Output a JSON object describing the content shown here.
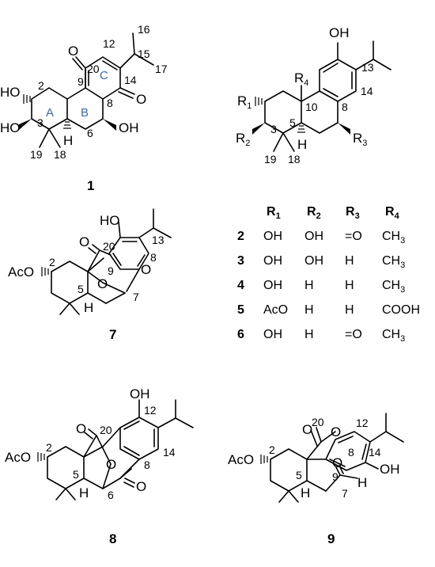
{
  "compounds": [
    {
      "id": "1",
      "ring_labels": [
        "A",
        "B",
        "C"
      ],
      "atoms": {
        "o_ho2": "HO",
        "o_ho3": "HO",
        "o_oh7": "OH"
      }
    },
    {
      "id": "2-6",
      "atoms": {
        "oh": "OH",
        "r1": "R",
        "r2": "R",
        "r3": "R",
        "r4": "R"
      }
    },
    {
      "id": "7",
      "atoms": {
        "ho": "HO",
        "aco": "AcO",
        "o20": "O",
        "o_b1": "O",
        "o_b2": "O",
        "h5": "H"
      }
    },
    {
      "id": "8",
      "atoms": {
        "oh": "OH",
        "aco": "AcO",
        "o20": "O",
        "o_br": "O",
        "o_k": "O",
        "h5": "H"
      }
    },
    {
      "id": "9",
      "atoms": {
        "oh": "OH",
        "aco": "AcO",
        "o20": "O",
        "o_l": "O",
        "o_ald": "O",
        "h_ald": "H",
        "h5": "H"
      }
    }
  ],
  "compound_labels": [
    "1",
    "7",
    "8",
    "9"
  ],
  "carbon_numbers": {
    "c1": [
      "16",
      "15",
      "17",
      "12",
      "20",
      "9",
      "C",
      "14",
      "2",
      "8",
      "3",
      "6",
      "19",
      "18"
    ],
    "c26": [
      "13",
      "10",
      "5",
      "14",
      "8",
      "3",
      "19",
      "18"
    ],
    "c7": [
      "20",
      "13",
      "2",
      "9",
      "8",
      "5",
      "7"
    ],
    "c8": [
      "20",
      "12",
      "2",
      "14",
      "5",
      "8",
      "6"
    ],
    "c9": [
      "20",
      "12",
      "2",
      "8",
      "14",
      "5",
      "9",
      "7"
    ]
  },
  "r_table": {
    "headers": [
      "R",
      "R",
      "R",
      "R"
    ],
    "header_subs": [
      "1",
      "2",
      "3",
      "4"
    ],
    "rows": [
      {
        "id": "2",
        "r1": "OH",
        "r2": "OH",
        "r3": "=O",
        "r4": "CH",
        "r4_sub": "3"
      },
      {
        "id": "3",
        "r1": "OH",
        "r2": "OH",
        "r3": "H",
        "r4": "CH",
        "r4_sub": "3"
      },
      {
        "id": "4",
        "r1": "OH",
        "r2": "H",
        "r3": "H",
        "r4": "CH",
        "r4_sub": "3"
      },
      {
        "id": "5",
        "r1": "AcO",
        "r2": "H",
        "r3": "H",
        "r4": "COOH",
        "r4_sub": ""
      },
      {
        "id": "6",
        "r1": "OH",
        "r2": "H",
        "r3": "=O",
        "r4": "CH",
        "r4_sub": "3"
      }
    ]
  },
  "r_labels": {
    "r1": "R",
    "r1_sub": "1",
    "r2": "R",
    "r2_sub": "2",
    "r3": "R",
    "r3_sub": "3",
    "r4": "R",
    "r4_sub": "4"
  },
  "colors": {
    "ink": "#000000",
    "ring_label": "#3a6aa8",
    "background": "#ffffff"
  }
}
